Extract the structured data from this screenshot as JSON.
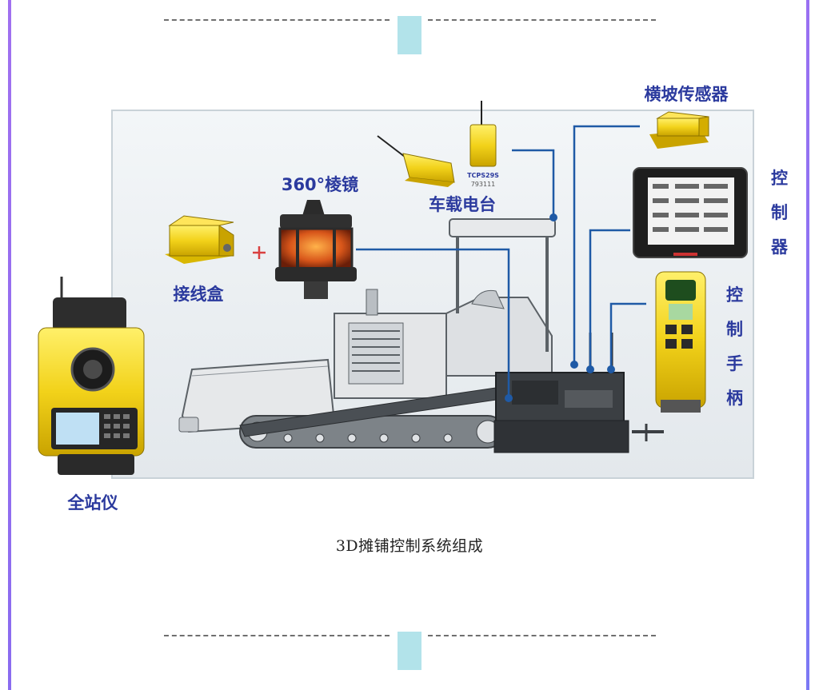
{
  "labels": {
    "slope_sensor": "横坡传感器",
    "controller": "控\n制\n器",
    "control_handle": "控\n制\n手\n柄",
    "prism": "360°棱镜",
    "radio": "车载电台",
    "junction_box": "接线盒",
    "total_station": "全站仪"
  },
  "device_text": {
    "radio_model": "TCPS29S",
    "radio_serial": "793111"
  },
  "caption": "3D摊铺控制系统组成",
  "colors": {
    "label": "#2b3a9e",
    "connector": "#1f5aa6",
    "device_yellow": "#f2d21a",
    "frame": "#8c6ff0",
    "divider_block": "#b2e3ea"
  },
  "icons": [
    "paver-machine",
    "total-station-icon",
    "prism-icon",
    "radio-icon",
    "junction-box-icon",
    "slope-sensor-icon",
    "controller-icon",
    "control-handle-icon",
    "plus-icon"
  ]
}
